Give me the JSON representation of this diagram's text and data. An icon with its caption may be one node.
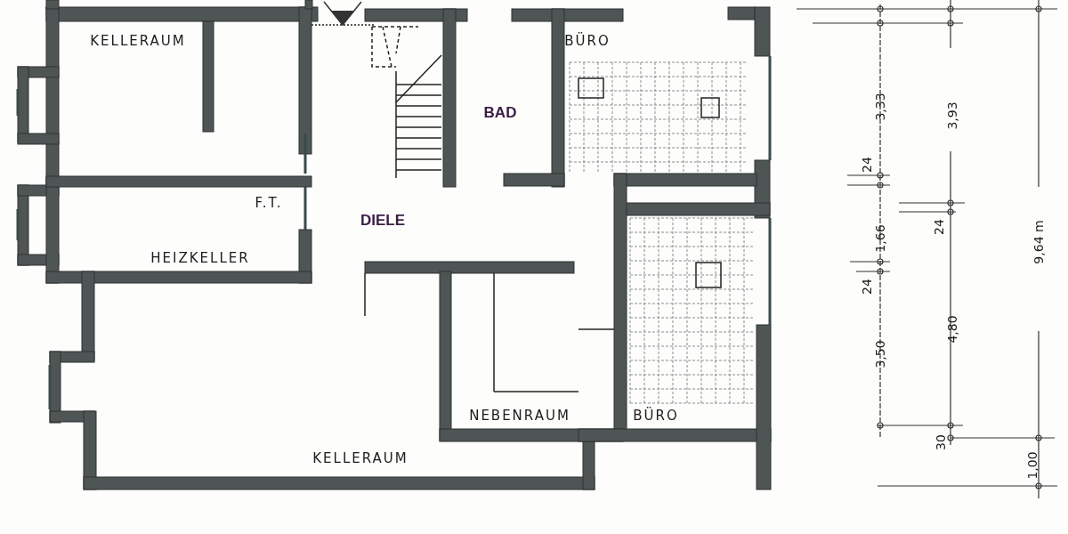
{
  "diagram": {
    "labels": [
      "KELLERAUM",
      "BÜRO",
      "BAD",
      "F.T.",
      "DIELE",
      "HEIZKELLER",
      "NEBENRAUM",
      "BÜRO",
      "KELLERAUM",
      "3,33",
      "3,93",
      "24",
      "1,66",
      "24",
      "24",
      "4,80",
      "3,50",
      "9,64 m",
      "30",
      "1,00"
    ]
  }
}
